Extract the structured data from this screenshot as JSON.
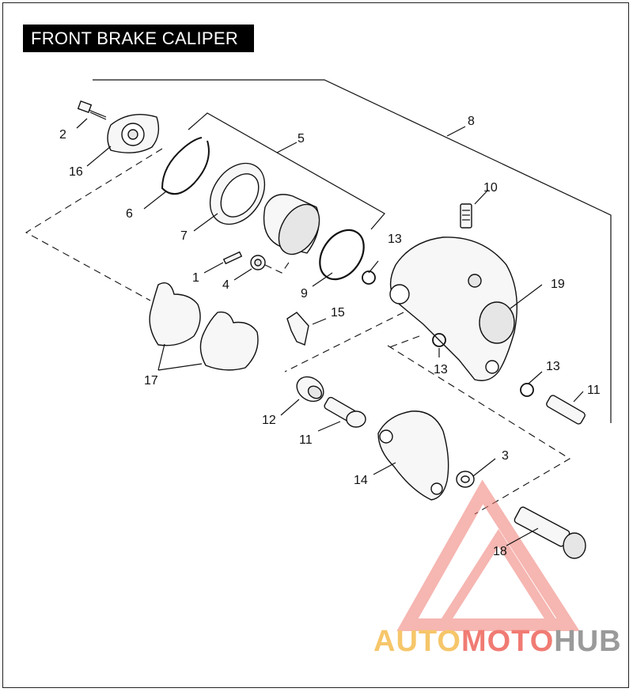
{
  "title": "FRONT BRAKE CALIPER",
  "callouts": [
    "1",
    "2",
    "3",
    "4",
    "5",
    "6",
    "7",
    "8",
    "9",
    "10",
    "11",
    "11",
    "12",
    "13",
    "13",
    "13",
    "14",
    "15",
    "16",
    "17",
    "18",
    "19"
  ],
  "logo": {
    "part1": "AUTO",
    "part2": "MOTO",
    "part3": "HUB"
  },
  "colors": {
    "logo_auto": "#f6c66a",
    "logo_moto": "#f07b73",
    "logo_hub": "#9a9a9a",
    "logo_triangle": "#f07b73"
  }
}
